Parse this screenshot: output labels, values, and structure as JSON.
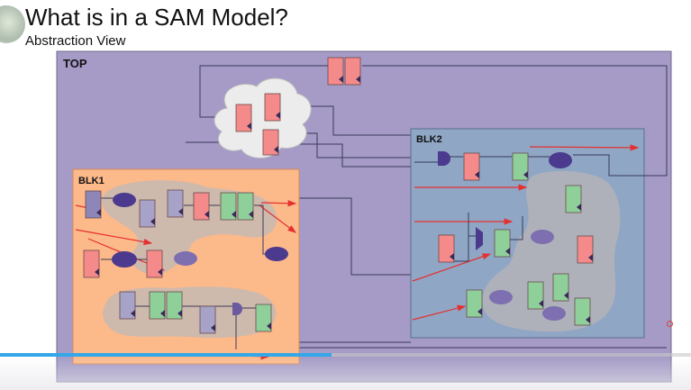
{
  "slide": {
    "title": "What is in a SAM Model?",
    "subtitle": "Abstraction View"
  },
  "diagram": {
    "top_label": "TOP",
    "blk1_label": "BLK1",
    "blk2_label": "BLK2",
    "colors": {
      "top_bg": "#a59bc6",
      "blk1_bg": "#fcb98a",
      "blk2_bg": "#8fa6c4",
      "cloud_gray": "#c9c4c4",
      "ff_red": "#f58a8a",
      "ff_green": "#8fd09a",
      "ff_purple": "#8e86b8",
      "logic_cloud": "#4b3a8e",
      "arrow": "#e53030",
      "wire": "#3a3a5a"
    }
  },
  "player": {
    "progress": 0.48,
    "accent": "#34a7e8"
  }
}
